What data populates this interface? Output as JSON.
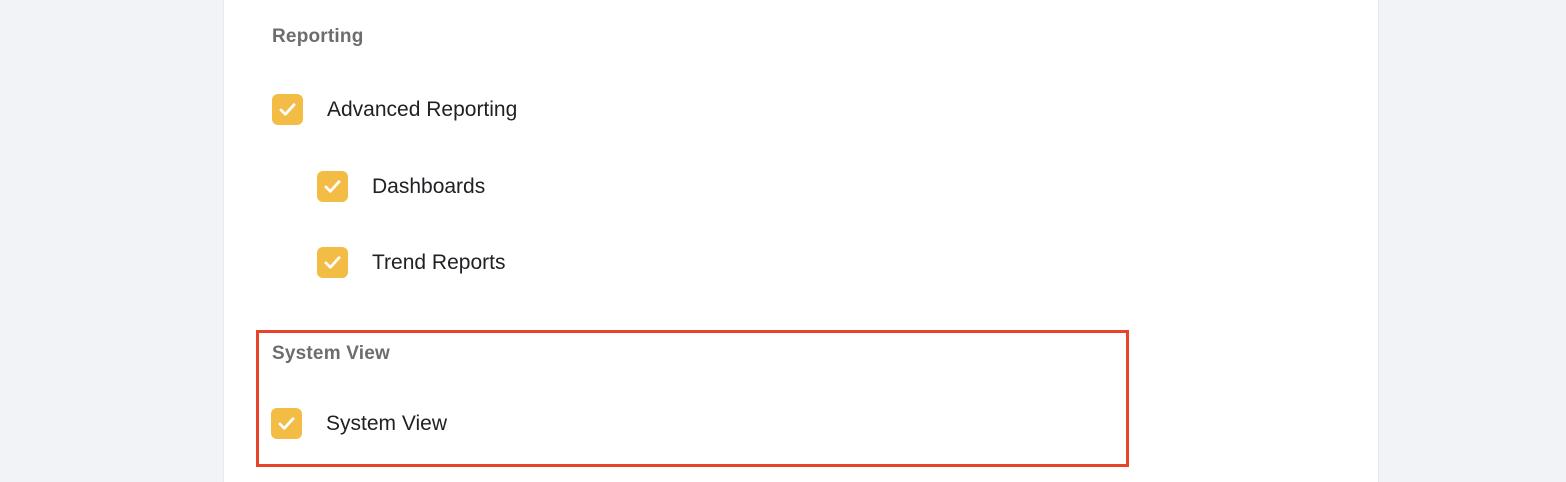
{
  "colors": {
    "page_background": "#F1F3F7",
    "card_background": "#FFFFFF",
    "checkbox_fill": "#F2BC45",
    "checkmark": "#FFFFFF",
    "highlight_border": "#E8432B",
    "section_header_text": "#6D6D6D",
    "label_text": "#202124"
  },
  "sections": {
    "reporting": {
      "title": "Reporting",
      "items": [
        {
          "label": "Advanced Reporting",
          "checked": true,
          "indent": 0
        },
        {
          "label": "Dashboards",
          "checked": true,
          "indent": 1
        },
        {
          "label": "Trend Reports",
          "checked": true,
          "indent": 1
        }
      ]
    },
    "system_view": {
      "title": "System View",
      "highlighted": true,
      "items": [
        {
          "label": "System View",
          "checked": true,
          "indent": 0
        }
      ]
    }
  }
}
